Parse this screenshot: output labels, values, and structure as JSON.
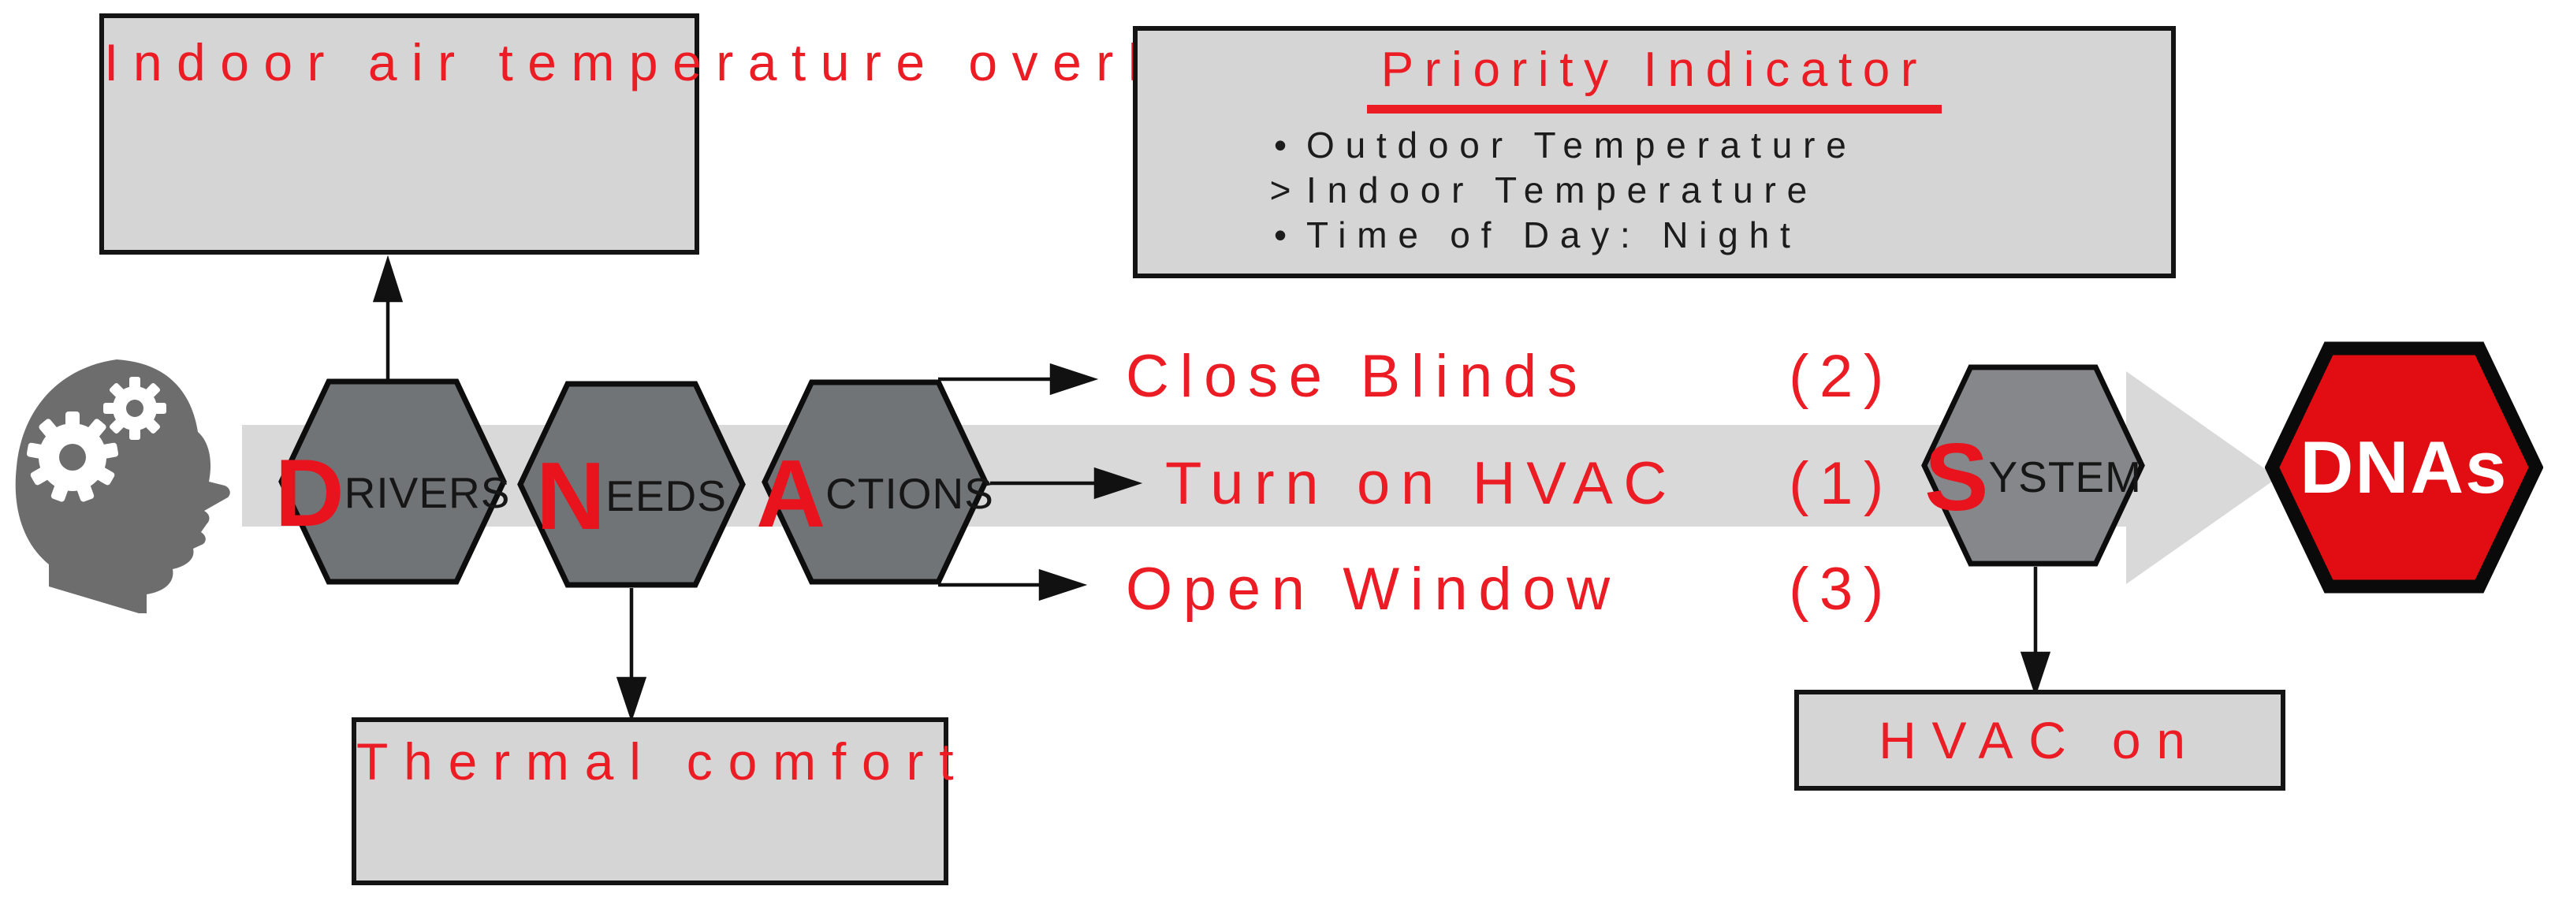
{
  "palette": {
    "red_text": "#ec1c24",
    "red_initial": "#e8131c",
    "dna_red": "#e20d13",
    "hexagon_gray": "#717477",
    "system_hexagon_gray": "#85878a",
    "band_gray": "#d9d9d9",
    "box_gray": "#d5d5d5",
    "head_gray": "#6d6d6d",
    "ink": "#161616"
  },
  "driver_box": {
    "lines": [
      "Indoor air",
      "temperature",
      "overheating"
    ]
  },
  "priority_box": {
    "title": "Priority Indicator",
    "bullets": [
      {
        "marker": "•",
        "text": "Outdoor Temperature"
      },
      {
        "marker": ">",
        "text": "Indoor Temperature"
      },
      {
        "marker": "•",
        "text": "Time of Day: Night"
      }
    ]
  },
  "need_box": {
    "lines": [
      "Thermal",
      "comfort"
    ]
  },
  "system_output_box": {
    "label": "HVAC on"
  },
  "hexagons": {
    "drivers": {
      "initial": "D",
      "rest": "RIVERS"
    },
    "needs": {
      "initial": "N",
      "rest": "EEDS"
    },
    "actions": {
      "initial": "A",
      "rest": "CTIONS"
    },
    "system": {
      "initial": "S",
      "rest": "YSTEM"
    }
  },
  "actions_list": [
    {
      "label": "Close Blinds",
      "priority": "(2)"
    },
    {
      "label": "Turn on HVAC",
      "priority": "(1)"
    },
    {
      "label": "Open Window",
      "priority": "(3)"
    }
  ],
  "dna_badge": {
    "label": "DNAs"
  },
  "icons": {
    "head": "thinking-head-gears-icon",
    "flow_arrow": "flow-arrow-right-icon"
  }
}
